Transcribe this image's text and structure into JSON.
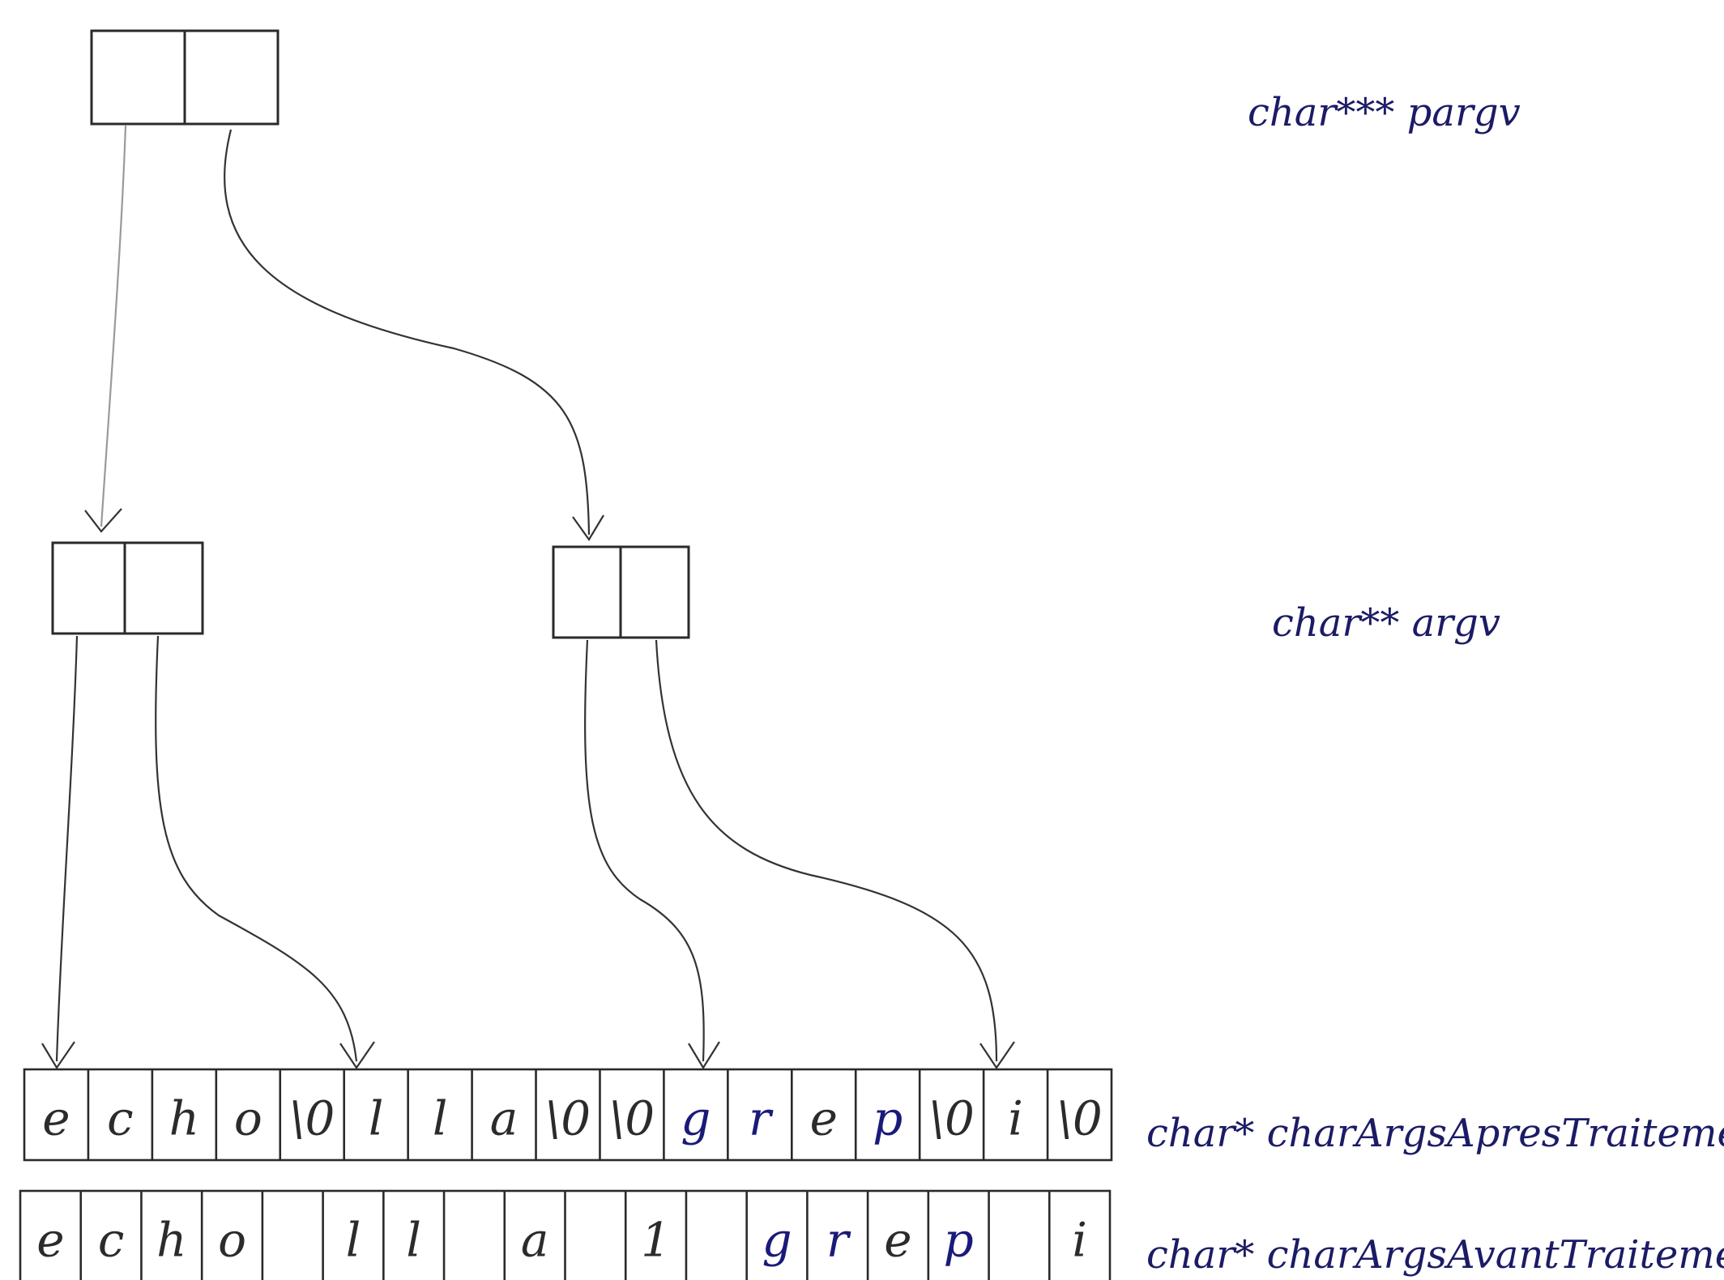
{
  "labels": {
    "pargv": "char*** pargv",
    "argv": "char** argv",
    "after": "char* charArgsApresTraitement",
    "before": "char* charArgsAvantTraitement"
  },
  "arrays": {
    "after": [
      "e",
      "c",
      "h",
      "o",
      "\\0",
      "l",
      "l",
      "a",
      "\\0",
      "\\0",
      "g",
      "r",
      "e",
      "p",
      "\\0",
      "i",
      "\\0"
    ],
    "before": [
      "e",
      "c",
      "h",
      "o",
      "",
      "l",
      "l",
      "",
      "a",
      "",
      "1",
      "",
      "g",
      "r",
      "e",
      "p",
      "",
      "i"
    ]
  },
  "colors": {
    "ink": "#1b1b66",
    "pencil": "#2a2a2a"
  }
}
